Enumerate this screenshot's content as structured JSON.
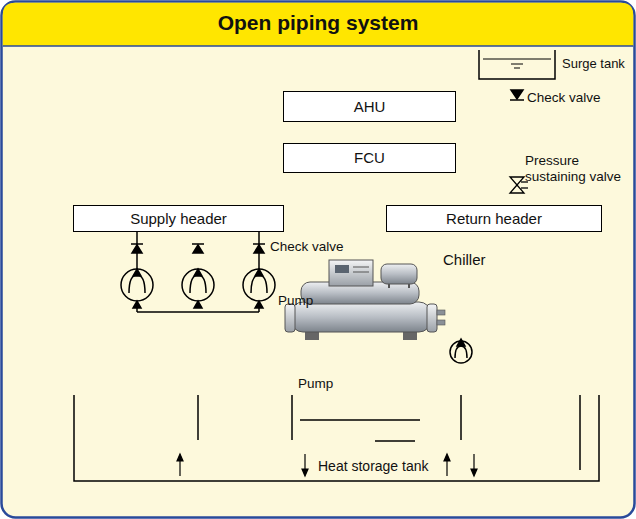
{
  "diagram": {
    "title": "Open piping system",
    "nodes": [
      {
        "text": [
          "Surge tank"
        ]
      },
      {
        "text": [
          "AHU"
        ]
      },
      {
        "text": [
          "FCU"
        ]
      },
      {
        "text": [
          "Supply header"
        ]
      },
      {
        "text": [
          "Return header"
        ]
      },
      {
        "text": [
          "Chiller"
        ]
      },
      {
        "text": [
          "Heat storage tank"
        ]
      }
    ],
    "edges": [
      {
        "from": 3,
        "to": 1,
        "arrow": "none"
      },
      {
        "from": 3,
        "to": 2,
        "arrow": "none"
      },
      {
        "from": 1,
        "to": 4,
        "arrow": "none"
      },
      {
        "from": 2,
        "to": 4,
        "arrow": "none"
      },
      {
        "from": 0,
        "to": 4,
        "arrow": "none"
      },
      {
        "from": 6,
        "to": 3,
        "arrow": "none"
      },
      {
        "from": 4,
        "to": 6,
        "arrow": "none"
      },
      {
        "from": 6,
        "to": 5,
        "arrow": "none"
      },
      {
        "from": 5,
        "to": 6,
        "arrow": "none"
      }
    ],
    "labels": [
      "Check valve",
      "Pressure sustaining valve",
      "Check valve",
      "Pump",
      "Pump"
    ]
  }
}
